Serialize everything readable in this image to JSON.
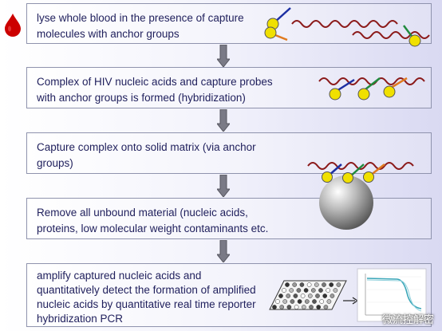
{
  "steps": [
    {
      "line1": "lyse whole blood in the presence of capture",
      "line2": "molecules with anchor groups"
    },
    {
      "line1": "Complex of HIV nucleic acids and capture probes",
      "line2": "with anchor groups is formed (hybridization)"
    },
    {
      "line1": "Capture complex onto solid matrix (via anchor",
      "line2": "groups)"
    },
    {
      "line1": "Remove all unbound material (nucleic acids,",
      "line2": "proteins, low molecular weight contaminants etc."
    },
    {
      "line1": "amplify captured nucleic acids and",
      "line2": "quantitatively detect the formation of amplified",
      "line3": "nucleic acids by quantitative real time reporter",
      "line4": "hybridization PCR"
    }
  ],
  "watermark": "微流控解密",
  "colors": {
    "text": "#1f1f5c",
    "box_border": "#8f93ad",
    "blood_drop": "#cc0000",
    "nucleic_acid": "#8b1a1a",
    "bead": "#f0e000",
    "probe_blue": "#1c2fa3",
    "probe_green": "#1f8a3c",
    "probe_orange": "#e07a1f",
    "arrow_fill": "#7a7a86"
  }
}
